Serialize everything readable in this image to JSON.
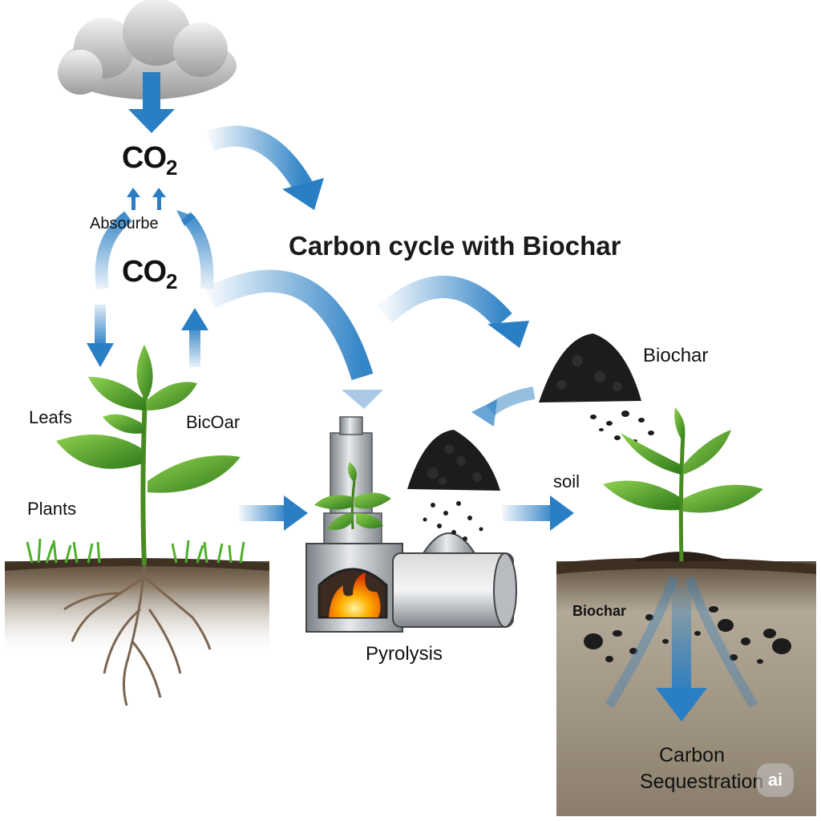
{
  "diagram": {
    "title": "Carbon cycle with Biochar",
    "co2_top": {
      "text": "CO",
      "sub": "2"
    },
    "co2_mid": {
      "text": "CO",
      "sub": "2"
    },
    "absorb_label": "Absourbe",
    "leafs_label": "Leafs",
    "bicoar_label": "BicOar",
    "plants_label": "Plants",
    "biochar_pile_label": "Biochar",
    "soil_label": "soil",
    "pyrolysis_label": "Pyrolysis",
    "biochar_in_soil_label": "Biochar",
    "carbon_sequestration_label": "Carbon Sequestration",
    "watermark": "ai"
  },
  "colors": {
    "arrow_blue": "#2a7fc4",
    "leaf_green": "#4a9a2a",
    "soil_brown": "#6b5a45",
    "biochar_black": "#1c1c1c",
    "flame_orange": "#ff8a00",
    "metal_gray": "#9aa0a6"
  },
  "icons": [
    "cloud-icon",
    "plant-icon",
    "pyrolysis-kiln-icon",
    "biochar-pile-icon",
    "soil-icon",
    "flame-icon"
  ]
}
